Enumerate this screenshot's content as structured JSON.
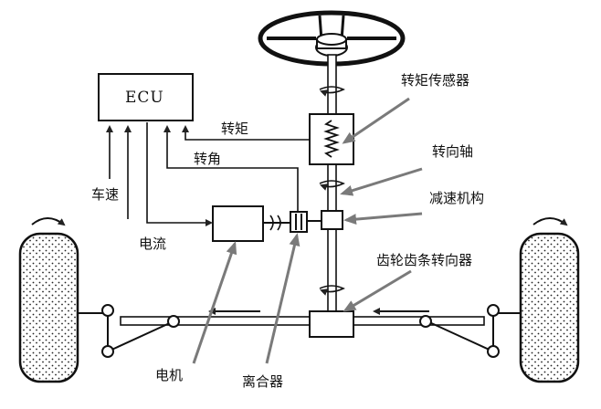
{
  "ecu": {
    "label": "ECU"
  },
  "labels": {
    "torque_signal": "转矩",
    "angle_signal": "转角",
    "vehicle_speed": "车速",
    "current": "电流",
    "torque_sensor": "转矩传感器",
    "steering_shaft": "转向轴",
    "reduction_mechanism": "减速机构",
    "rack_and_pinion": "齿轮齿条转向器",
    "motor": "电机",
    "clutch": "离合器"
  }
}
